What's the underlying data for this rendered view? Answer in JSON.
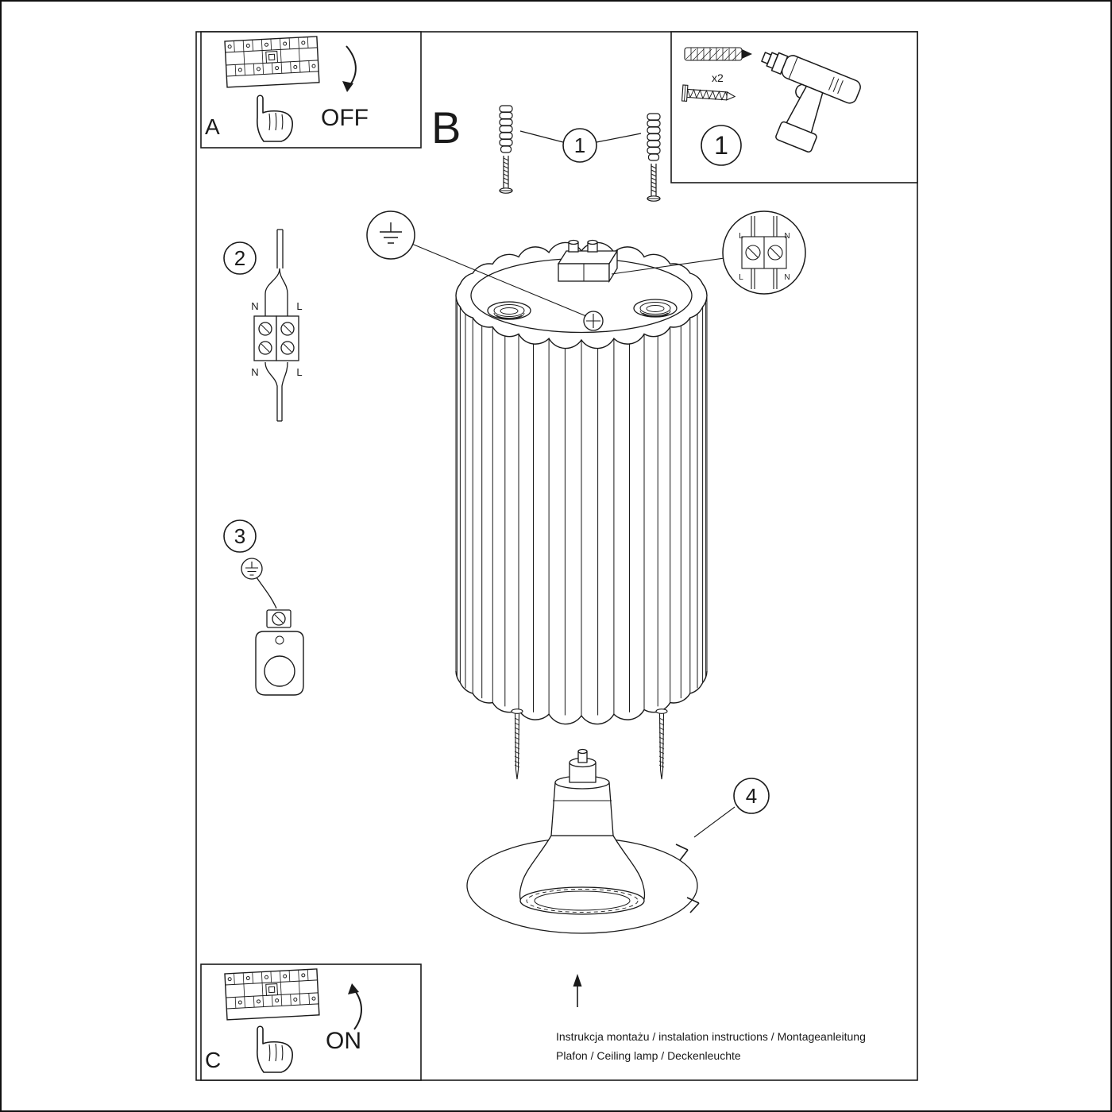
{
  "labels": {
    "panel_a": "A",
    "panel_b": "B",
    "panel_c": "C",
    "off": "OFF",
    "on": "ON",
    "qty": "x2"
  },
  "steps": {
    "s1": "1",
    "s2": "2",
    "s3": "3",
    "s4": "4"
  },
  "wiring": {
    "neutral": "N",
    "live": "L"
  },
  "footer": {
    "line1": "Instrukcja montażu / instalation instructions / Montageanleitung",
    "line2": "Plafon / Ceiling lamp / Deckenleuchte"
  },
  "colors": {
    "ink": "#1a1a1a",
    "paper": "#ffffff"
  }
}
